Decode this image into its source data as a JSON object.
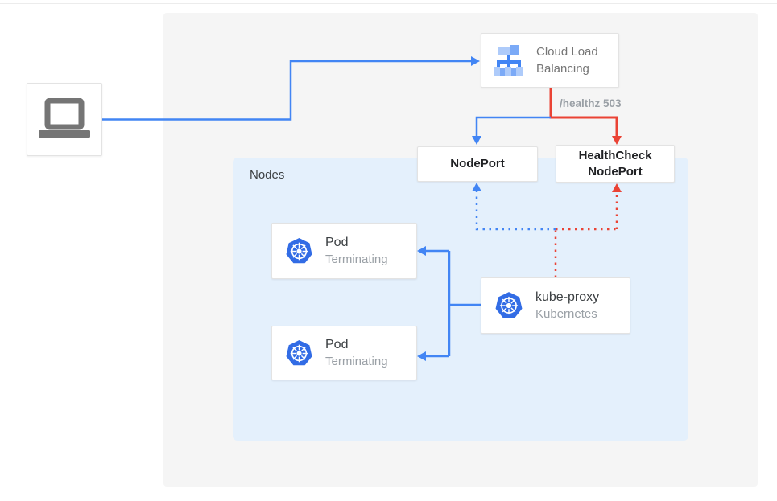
{
  "diagram": {
    "client": {
      "icon": "laptop-icon"
    },
    "cloud_load_balancing": {
      "label": "Cloud Load Balancing",
      "icon": "load-balancer-icon"
    },
    "healthz_label": "/healthz 503",
    "nodeport": {
      "label": "NodePort"
    },
    "healthcheck_nodeport": {
      "label": "HealthCheck NodePort"
    },
    "nodes_group": {
      "label": "Nodes"
    },
    "pods": [
      {
        "title": "Pod",
        "subtitle": "Terminating",
        "icon": "kubernetes-icon"
      },
      {
        "title": "Pod",
        "subtitle": "Terminating",
        "icon": "kubernetes-icon"
      }
    ],
    "kube_proxy": {
      "title": "kube-proxy",
      "subtitle": "Kubernetes",
      "icon": "kubernetes-icon"
    },
    "colors": {
      "arrow_blue": "#4285f4",
      "arrow_red": "#ea4335",
      "nodes_bg": "#e4f0fc",
      "panel_bg": "#f5f5f5",
      "kubernetes_blue": "#326ce5",
      "lb_icon_light": "#aecbfa",
      "lb_icon_medium": "#7baaf7",
      "laptop_gray": "#757575"
    }
  }
}
